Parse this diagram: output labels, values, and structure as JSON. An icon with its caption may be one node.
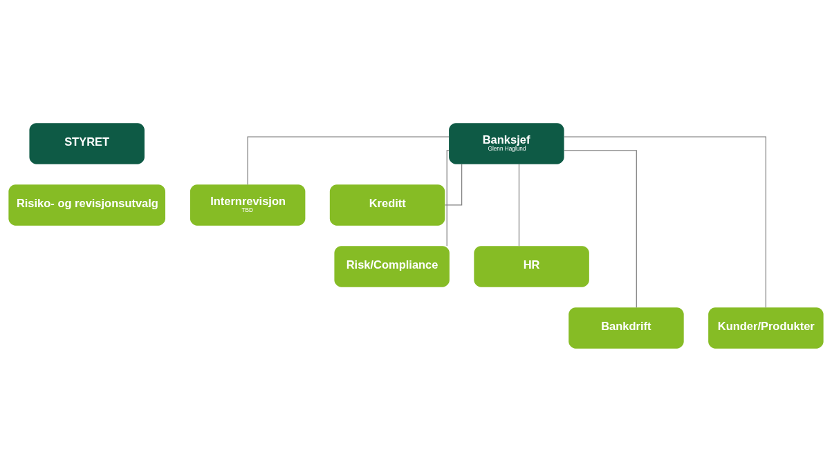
{
  "diagram": {
    "nodes": [
      {
        "text": [
          "STYRET"
        ]
      },
      {
        "text": [
          "Risiko- og revisjonsutvalg"
        ]
      },
      {
        "text": [
          "Banksjef",
          "Glenn Haglund"
        ]
      },
      {
        "text": [
          "Internrevisjon",
          "TBD"
        ]
      },
      {
        "text": [
          "Kreditt"
        ]
      },
      {
        "text": [
          "Risk/Compliance"
        ]
      },
      {
        "text": [
          "HR"
        ]
      },
      {
        "text": [
          "Bankdrift"
        ]
      },
      {
        "text": [
          "Kunder/Produkter"
        ]
      }
    ],
    "edges": [
      {
        "from": 2,
        "to": 3,
        "arrow": "none"
      },
      {
        "from": 2,
        "to": 4,
        "arrow": "none"
      },
      {
        "from": 2,
        "to": 5,
        "arrow": "none"
      },
      {
        "from": 2,
        "to": 6,
        "arrow": "none"
      },
      {
        "from": 2,
        "to": 7,
        "arrow": "none"
      },
      {
        "from": 2,
        "to": 8,
        "arrow": "none"
      }
    ]
  }
}
